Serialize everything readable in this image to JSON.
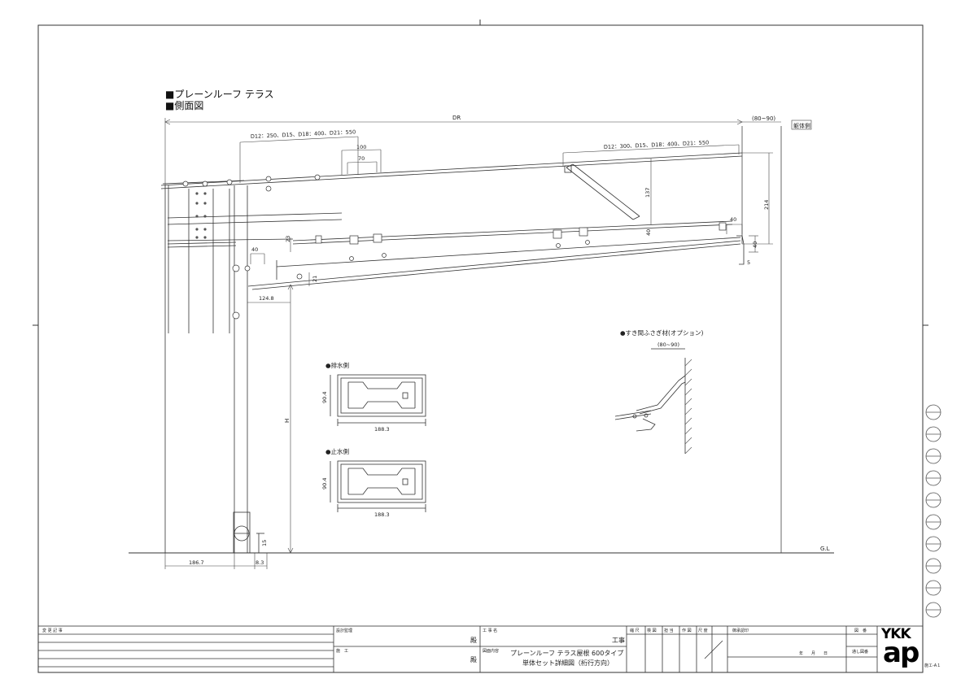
{
  "header": {
    "line1": "■プレーンルーフ テラス",
    "line2": "■側面図"
  },
  "side_view": {
    "dr": "DR",
    "eaves_offset": "(80~90)",
    "wall_label": "躯体側",
    "spec_left": "D12：250、D15、D18：400、D21：550",
    "spec_right": "D12：300、D15、D18：400、D21：550",
    "dim_100": "100",
    "dim_70": "70",
    "dim_137": "137",
    "dim_214": "214",
    "dim_40a": "40",
    "dim_40b": "40",
    "dim_40c": "40",
    "dim_40d": "40",
    "dim_5": "5",
    "dim_23": "23",
    "dim_21": "21",
    "dim_124_8": "124.8",
    "dim_h": "H",
    "dim_15": "15",
    "dim_186_7": "186.7",
    "dim_8_3": "8.3",
    "gl": "G.L"
  },
  "sections": {
    "drain_side": {
      "label": "●排水側",
      "height": "90.4",
      "width": "188.3"
    },
    "stop_side": {
      "label": "●止水側",
      "height": "90.4",
      "width": "188.3"
    },
    "gap_filler": {
      "label": "●すき間ふさぎ材(オプション)",
      "offset": "(80~90)"
    }
  },
  "title_block": {
    "revision": "変 更 記 事",
    "design_supervision": "設計監理",
    "construction": "施　工",
    "dono1": "殿",
    "dono2": "殿",
    "project_name_label": "工 事 名",
    "koji": "工事",
    "drawing_content_label": "図面内容",
    "drawing_line1": "プレーンルーフ テラス屋根 600タイプ",
    "drawing_line2": "単体セット詳細図（桁行方向）",
    "col_scale": "縮 尺",
    "col_check": "検 図",
    "col_approve": "担 当",
    "col_draw": "作 図",
    "col_date": "尺 度",
    "col_confirm": "御承認印",
    "date_label": "年　　月　　日",
    "zuban": "図　番",
    "tooshi": "通し図番",
    "sheet_no": "施エ-A１",
    "logo_top": "YKK",
    "logo_bottom": "ap"
  }
}
